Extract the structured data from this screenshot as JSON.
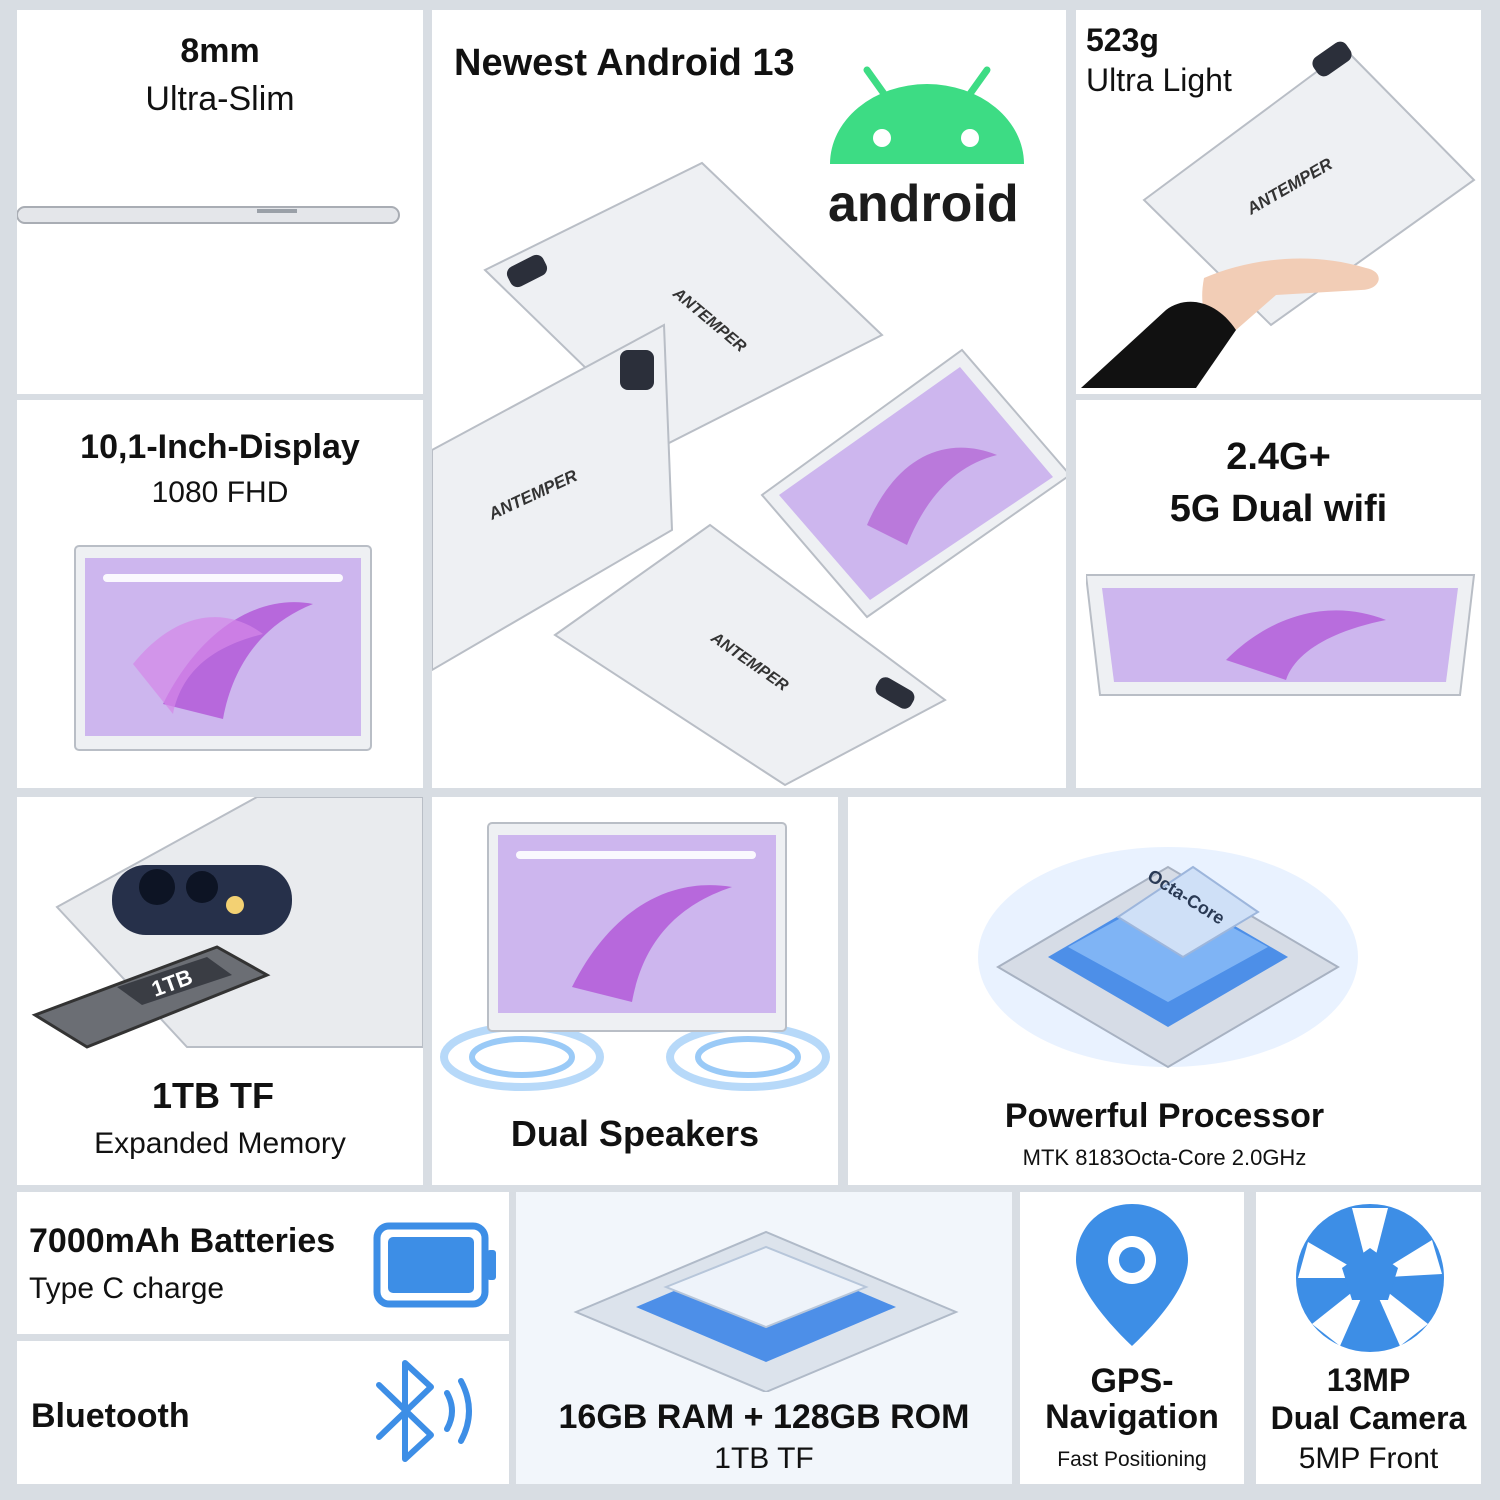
{
  "slim": {
    "value": "8mm",
    "label": "Ultra-Slim"
  },
  "android": {
    "title": "Newest Android 13",
    "logo_text": "android",
    "brand": "ANTEMPER",
    "accent": "#3ddc84"
  },
  "weight": {
    "value": "523g",
    "label": "Ultra Light"
  },
  "display": {
    "title": "10,1-Inch-Display",
    "subtitle": "1080 FHD"
  },
  "wifi": {
    "line1": "2.4G+",
    "line2": "5G Dual wifi"
  },
  "memory": {
    "value": "1TB TF",
    "label": "Expanded Memory",
    "card_text": "1TB"
  },
  "speakers": {
    "title": "Dual Speakers"
  },
  "processor": {
    "title": "Powerful Processor",
    "subtitle": "MTK 8183Octa-Core 2.0GHz",
    "chip_label": "Octa-Core"
  },
  "battery": {
    "title": "7000mAh Batteries",
    "subtitle": "Type C charge",
    "icon": "battery-icon",
    "accent": "#3d8ee6"
  },
  "bluetooth": {
    "title": "Bluetooth",
    "icon": "bluetooth-icon"
  },
  "ram": {
    "title": "16GB RAM + 128GB ROM",
    "subtitle": "1TB TF"
  },
  "gps": {
    "line1": "GPS-",
    "line2": "Navigation",
    "subtitle": "Fast Positioning",
    "icon": "location-pin-icon"
  },
  "camera": {
    "line1": "13MP",
    "line2": "Dual Camera",
    "subtitle": "5MP Front",
    "icon": "camera-aperture-icon"
  }
}
